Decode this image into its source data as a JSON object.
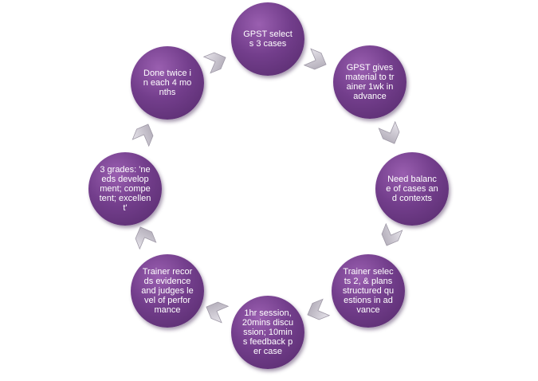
{
  "cycle": {
    "steps": [
      "GPST selects 3 cases",
      "GPST gives material to trainer 1wk in advance",
      "Need balance of cases and contexts",
      "Trainer selects 2, & plans structured questions in advance",
      "1hr session, 20mins discussion; 10mins feedback per case",
      "Trainer records evidence and judges level of performance",
      "3 grades: 'needs development; competent; excellent'",
      "Done twice in each 4 months"
    ],
    "node_color": "#733e8c",
    "arrow_color": "#c8c3cd",
    "arrow_icon": "chevron-arrow-icon"
  }
}
